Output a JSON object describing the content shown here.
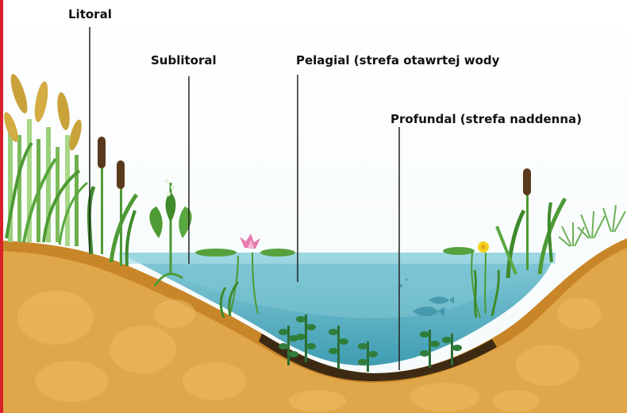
{
  "zones": {
    "litoral": "Litoral",
    "sublitoral": "Sublitoral",
    "pelagial": "Pelagial (strefa otawrtej wody",
    "profundal": "Profundal (strefa naddenna)"
  },
  "colors": {
    "frame": "#d9202a",
    "water_light": "#bfe4ee",
    "water_deep": "#5fb4c6",
    "soil": "#e1a84a",
    "soil_dark": "#c98a2f",
    "mud": "#3d2a12",
    "plant_green": "#4e9a35",
    "reed": "#c9a33a",
    "cattail": "#5a3a1c",
    "lily_pink": "#e77bb0",
    "lily_yellow": "#f3d21c"
  }
}
